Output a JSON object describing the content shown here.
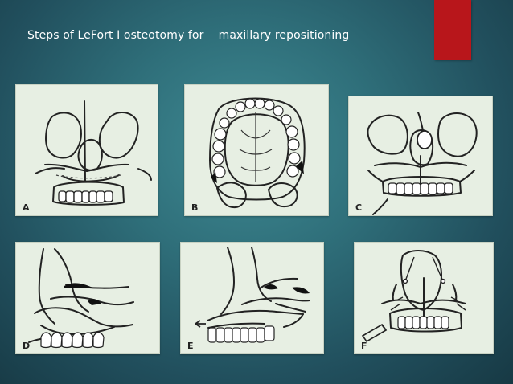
{
  "slide": {
    "title": "Steps of LeFort I osteotomy for    maxillary repositioning"
  },
  "colors": {
    "background": "#2f6f7a",
    "accent": "#b8161b",
    "panel": "#e7efe3",
    "line": "#222222"
  },
  "panels": [
    {
      "label": "A"
    },
    {
      "label": "B"
    },
    {
      "label": "C"
    },
    {
      "label": "D"
    },
    {
      "label": "E"
    },
    {
      "label": "F"
    }
  ]
}
